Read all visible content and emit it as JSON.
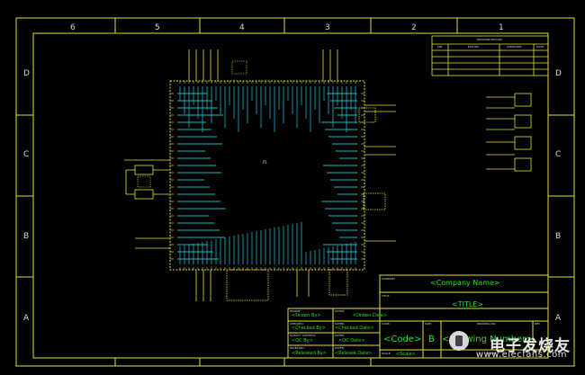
{
  "frame": {
    "col_labels": [
      "6",
      "5",
      "4",
      "3",
      "2",
      "1"
    ],
    "row_labels": [
      "D",
      "C",
      "B",
      "A"
    ]
  },
  "revision_block": {
    "title": "REVISION RECORD",
    "headers": [
      "LTR",
      "ECO NO:",
      "APPROVED:",
      "DATE:"
    ]
  },
  "component": {
    "ref": "P1"
  },
  "title_block": {
    "company_label": "COMPANY:",
    "company_value": "<Company Name>",
    "title_label": "TITLE:",
    "title_value": "<TITLE>",
    "drawn_label": "DRAWN:",
    "drawn_value": "<Drawn By>",
    "drawn_date_label": "DATED:",
    "drawn_date_value": "<Drawn Date>",
    "checked_label": "CHECKED:",
    "checked_value": "<Checked By>",
    "checked_date_label": "DATED:",
    "checked_date_value": "<Checked Date>",
    "qc_label": "QUALITY CONTROL:",
    "qc_value": "<QC By>",
    "qc_date_label": "DATED:",
    "qc_date_value": "<QC Date>",
    "released_label": "RELEASED:",
    "released_value": "<Released By>",
    "released_date_label": "DATED:",
    "released_date_value": "<Release Date>",
    "code_label": "CODE:",
    "code_value": "<Code>",
    "size_label": "SIZE:",
    "size_value": "B",
    "drawing_no_label": "DRAWING NO:",
    "drawing_no_value": "<Drawing Number>",
    "rev_label": "REV:",
    "scale_label": "SCALE:",
    "scale_value": "<Scale>",
    "sheet_label": "SHEET:"
  },
  "watermark": {
    "brand": "电子发烧友",
    "url": "www.elecfans.com"
  }
}
